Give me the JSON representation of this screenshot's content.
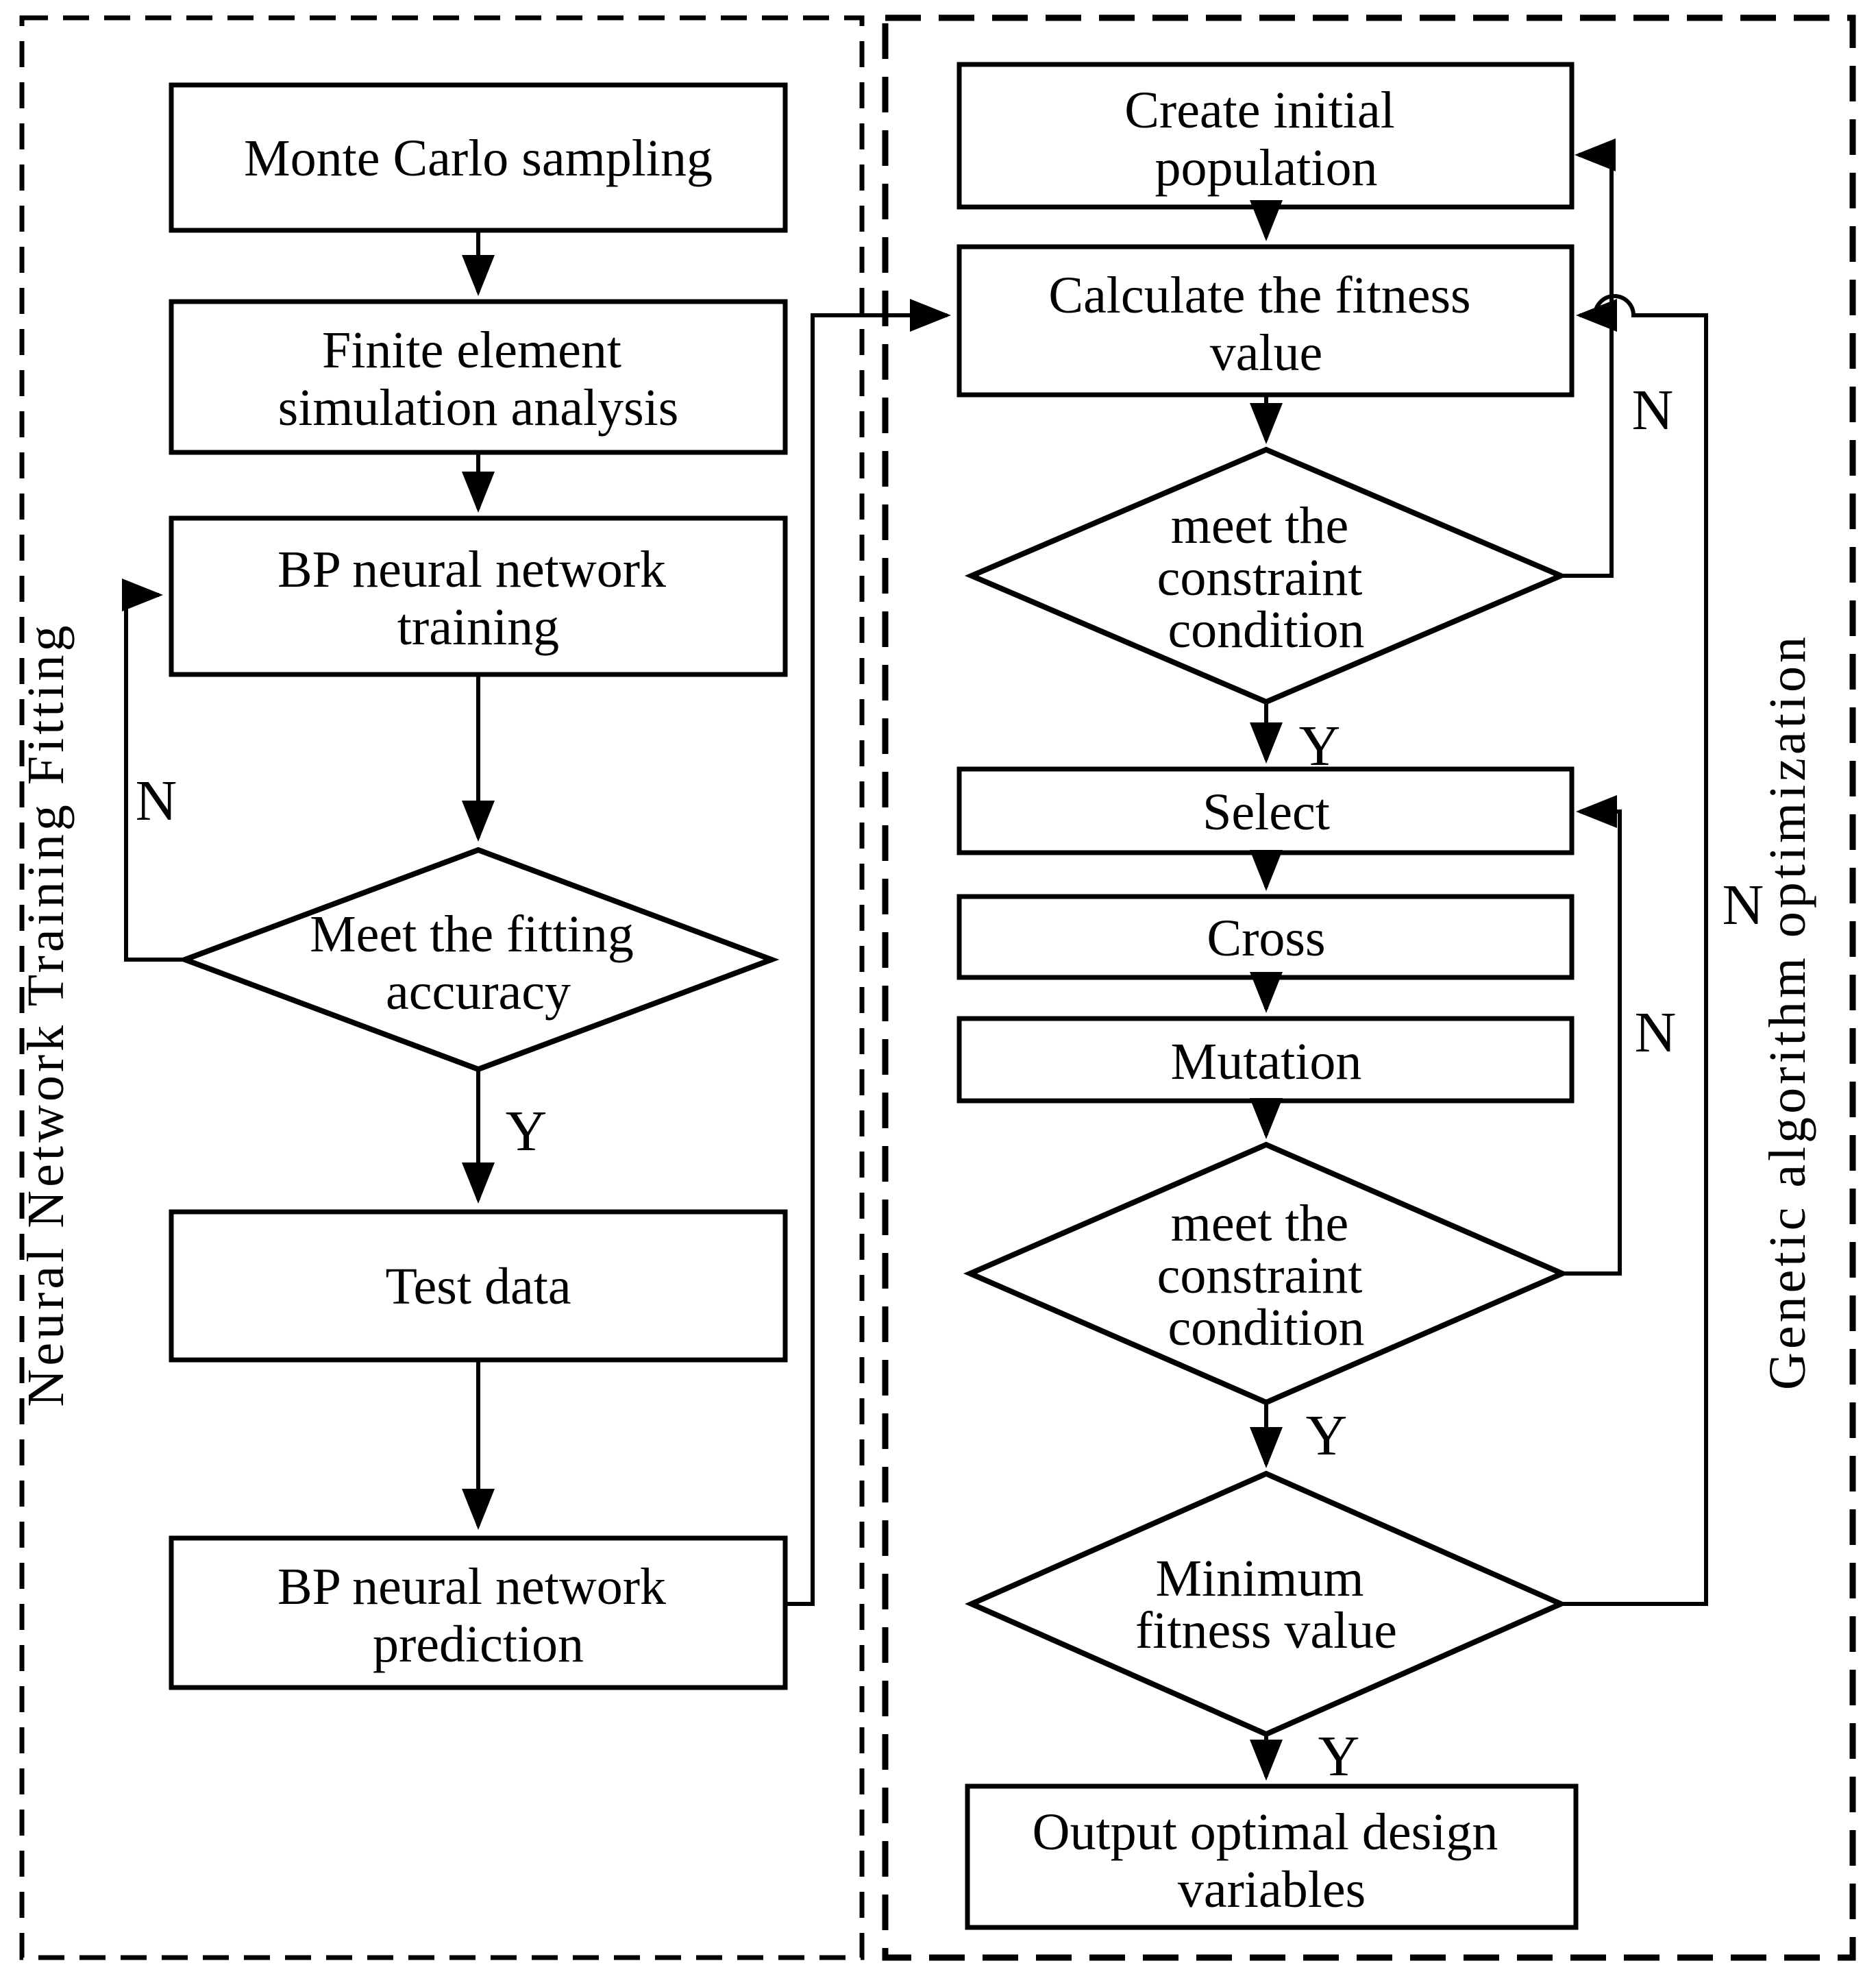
{
  "figure": {
    "left_panel_label": "Neural Network Training Fitting",
    "right_panel_label": "Genetic algorithm optimization",
    "left": {
      "monte_carlo": "Monte Carlo sampling",
      "finite_element_l1": "Finite element",
      "finite_element_l2": "simulation analysis",
      "bp_training_l1": "BP neural network",
      "bp_training_l2": "training",
      "fitting_l1": "Meet the fitting",
      "fitting_l2": "accuracy",
      "test_data": "Test data",
      "bp_prediction_l1": "BP neural network",
      "bp_prediction_l2": "prediction",
      "n_label": "N",
      "y_label": "Y"
    },
    "right": {
      "create_l1": "Create initial",
      "create_l2": "population",
      "calc_l1": "Calculate the fitness",
      "calc_l2": "value",
      "cons1_l1": "meet the",
      "cons1_l2": "constraint",
      "cons1_l3": "condition",
      "select": "Select",
      "cross": "Cross",
      "mutation": "Mutation",
      "cons2_l1": "meet the",
      "cons2_l2": "constraint",
      "cons2_l3": "condition",
      "min_l1": "Minimum",
      "min_l2": "fitness value",
      "output_l1": "Output optimal design",
      "output_l2": "variables",
      "n_create": "N",
      "n_select": "N",
      "n_outer": "N",
      "y_select": "Y",
      "y_min": "Y",
      "y_output": "Y"
    },
    "colors": {
      "ink": "#000000",
      "paper": "#ffffff"
    }
  }
}
